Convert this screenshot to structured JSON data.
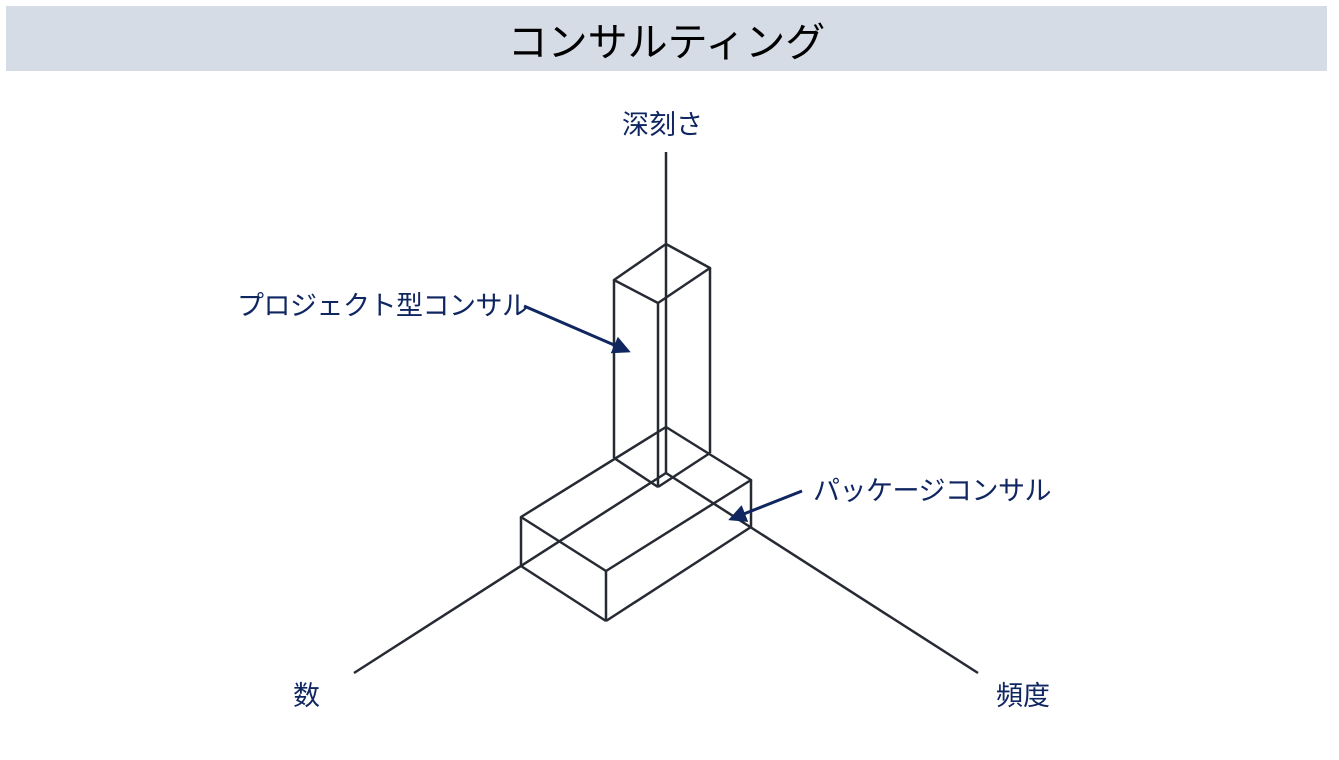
{
  "title": "コンサルティング",
  "axes": {
    "vertical": "深刻さ",
    "left": "数",
    "right": "頻度"
  },
  "callouts": {
    "project": "プロジェクト型コンサル",
    "package": "パッケージコンサル"
  },
  "colors": {
    "title_bg": "#d6dce5",
    "line": "#262a33",
    "label": "#0f2660"
  }
}
